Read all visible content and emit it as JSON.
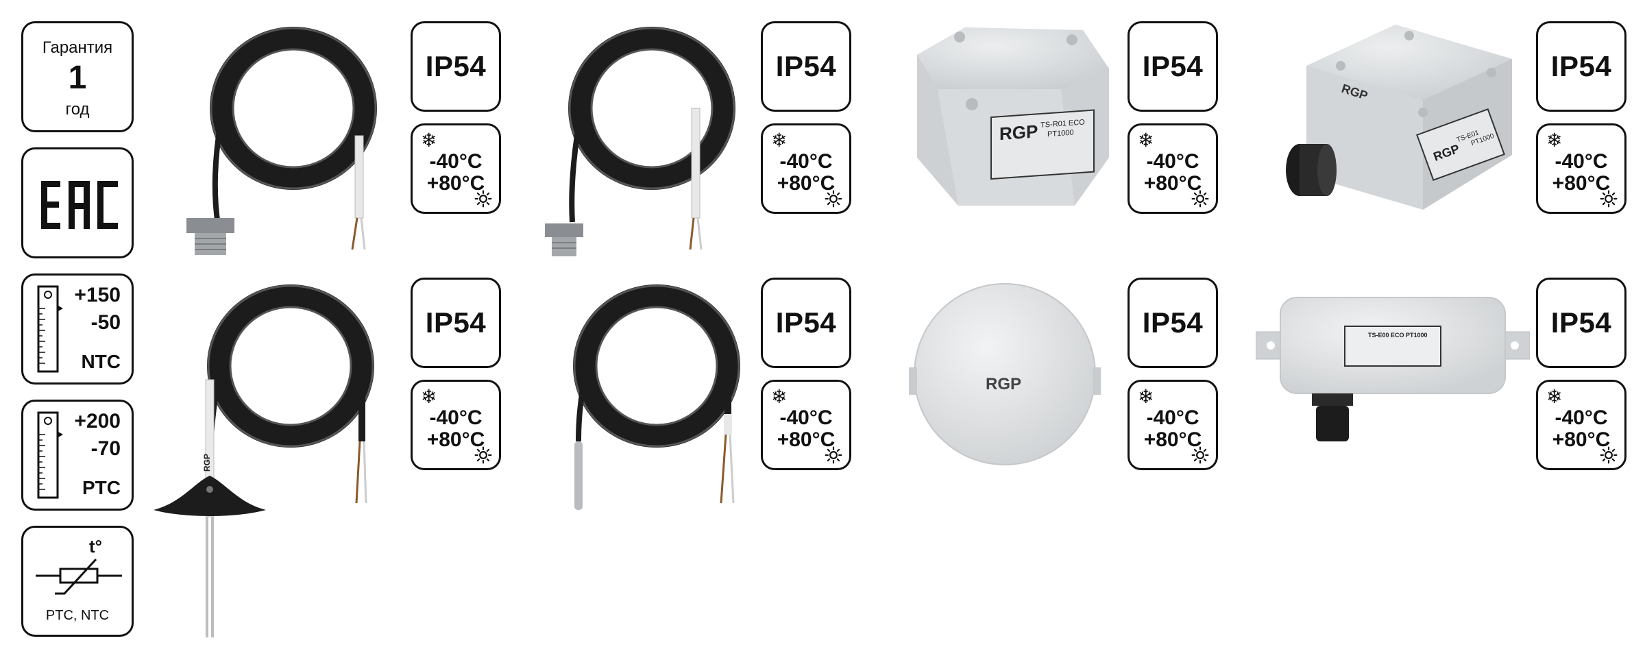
{
  "side_badges": {
    "warranty": {
      "line1": "Гарантия",
      "value": "1",
      "line2": "год"
    },
    "certification": {
      "label": "EAC"
    },
    "ntc_scale": {
      "max": "+150",
      "min": "-50",
      "type": "NTC"
    },
    "ptc_scale": {
      "max": "+200",
      "min": "-70",
      "type": "PTC"
    },
    "thermistor_symbol": {
      "superscript": "t°",
      "label": "PTC, NTC"
    }
  },
  "products": [
    {
      "id": "cable-thread-1",
      "ip": "IP54",
      "temp_low": "-40°C",
      "temp_high": "+80°C"
    },
    {
      "id": "cable-thread-2",
      "ip": "IP54",
      "temp_low": "-40°C",
      "temp_high": "+80°C"
    },
    {
      "id": "box-room",
      "ip": "IP54",
      "temp_low": "-40°C",
      "temp_high": "+80°C",
      "label": {
        "brand": "RGP",
        "model": "TS-R01 ECO",
        "sensor": "PT1000"
      }
    },
    {
      "id": "box-gland",
      "ip": "IP54",
      "temp_low": "-40°C",
      "temp_high": "+80°C",
      "label": {
        "brand": "RGP",
        "model": "TS-E01",
        "sensor": "PT1000"
      }
    },
    {
      "id": "cable-umbrella",
      "ip": "IP54",
      "temp_low": "-40°C",
      "temp_high": "+80°C",
      "label": {
        "brand": "RGP"
      }
    },
    {
      "id": "cable-tip",
      "ip": "IP54",
      "temp_low": "-40°C",
      "temp_high": "+80°C"
    },
    {
      "id": "round-housing",
      "ip": "IP54",
      "temp_low": "-40°C",
      "temp_high": "+80°C",
      "label": {
        "brand": "RGP"
      }
    },
    {
      "id": "street-box",
      "ip": "IP54",
      "temp_low": "-40°C",
      "temp_high": "+80°C",
      "label": {
        "model": "TS-E00 ECO PT1000"
      }
    }
  ],
  "icons": {
    "cold": "snowflake-icon",
    "hot": "sun-icon"
  },
  "colors": {
    "stroke": "#111111",
    "housing": "#d9dcde",
    "cable": "#1c1c1c"
  }
}
